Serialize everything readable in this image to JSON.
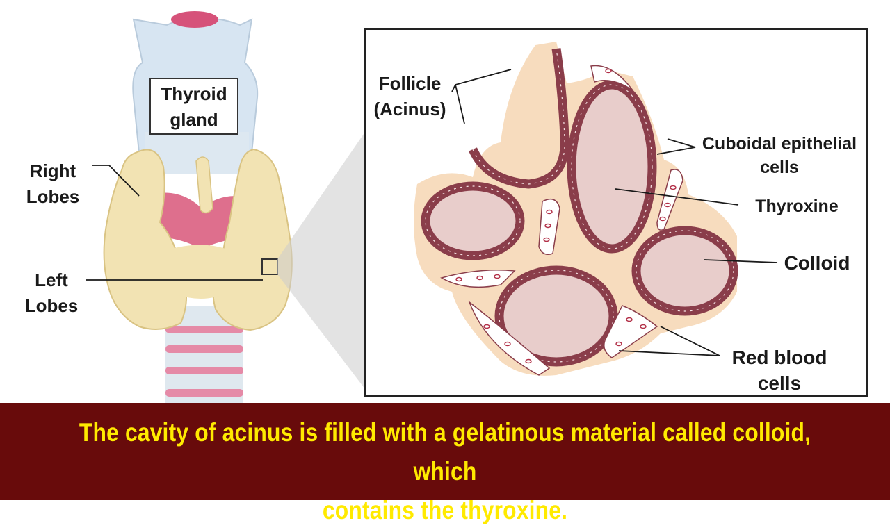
{
  "labels": {
    "gland": [
      "Thyroid",
      "gland"
    ],
    "right_lobes": [
      "Right",
      "Lobes"
    ],
    "left_lobes": [
      "Left",
      "Lobes"
    ],
    "follicle": [
      "Follicle",
      "(Acinus)"
    ],
    "cuboidal": [
      "Cuboidal epithelial",
      "cells"
    ],
    "thyroxine": "Thyroxine",
    "colloid": "Colloid",
    "red_blood": [
      "Red blood",
      "cells"
    ]
  },
  "caption": {
    "line1": "The cavity of acinus is filled with a gelatinous material called colloid, which",
    "line2": "contains the thyroxine."
  },
  "colors": {
    "caption_bg": "#680b0b",
    "caption_text": "#ffea00",
    "follicle_cells": "#8a3d4a",
    "colloid": "#e6c9c6",
    "tissue": "#f6dcc0",
    "gland_tissue": "#f0e2b0",
    "trachea": "#d8e6f0"
  }
}
